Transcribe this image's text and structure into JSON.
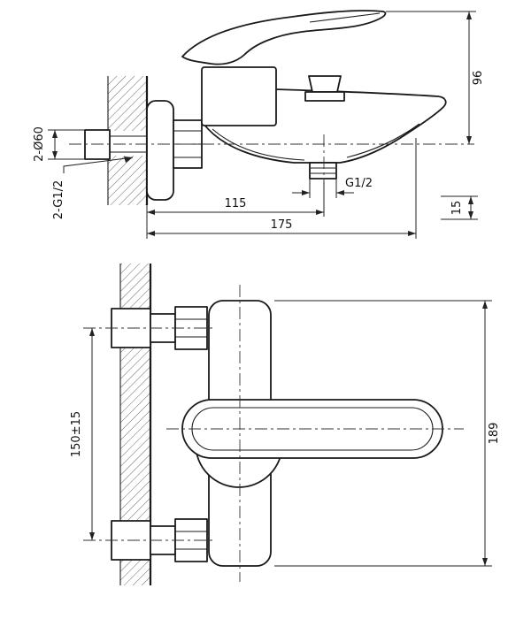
{
  "drawing": {
    "type": "technical-drawing",
    "subject": "wall-mounted bath mixer faucet, side and front views",
    "line_color": "#1a1a1a",
    "background": "#ffffff",
    "side": {
      "height": "96",
      "holes": "2-Ø60",
      "wall_thread": "2-G1/2",
      "outlet_distance": "115",
      "reach": "175",
      "outlet_thread": "G1/2",
      "drop": "15"
    },
    "front": {
      "spacing": "150±15",
      "total_height": "189"
    }
  }
}
